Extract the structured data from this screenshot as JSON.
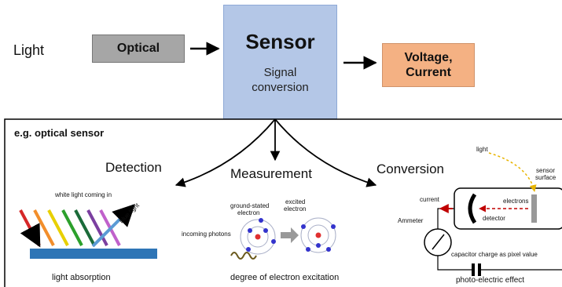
{
  "top": {
    "input_label": "Light",
    "optical_label": "Optical",
    "sensor_title": "Sensor",
    "sensor_sub_line1": "Signal",
    "sensor_sub_line2": "conversion",
    "output_line1": "Voltage,",
    "output_line2": "Current"
  },
  "panel": {
    "title": "e.g. optical sensor",
    "branches": {
      "detection": "Detection",
      "measurement": "Measurement",
      "conversion": "Conversion"
    },
    "absorption": {
      "top_label": "white light coming in",
      "reflect_label": "blue light",
      "caption": "light absorption"
    },
    "excitation": {
      "ground_label_line1": "ground-stated",
      "ground_label_line2": "electron",
      "excited_label_line1": "excited",
      "excited_label_line2": "electron",
      "photons_label": "incoming photons",
      "caption": "degree of electron excitation"
    },
    "photoelectric": {
      "light_label": "light",
      "sensor_label_line1": "sensor",
      "sensor_label_line2": "surface",
      "current_label": "current",
      "electrons_label": "electrons",
      "detector_label": "detector",
      "ammeter_label": "Ammeter",
      "capacitor_label": "capacitor charge as pixel value",
      "caption": "photo-electric effect"
    }
  },
  "colors": {
    "optical_fill": "#a6a6a6",
    "sensor_fill": "#b4c7e7",
    "output_fill": "#f4b183",
    "substrate": "#2e75b6",
    "electron": "#3333cc",
    "nucleus": "#e03030",
    "current_arrow": "#c00000",
    "light_ray": "#e8b400"
  }
}
